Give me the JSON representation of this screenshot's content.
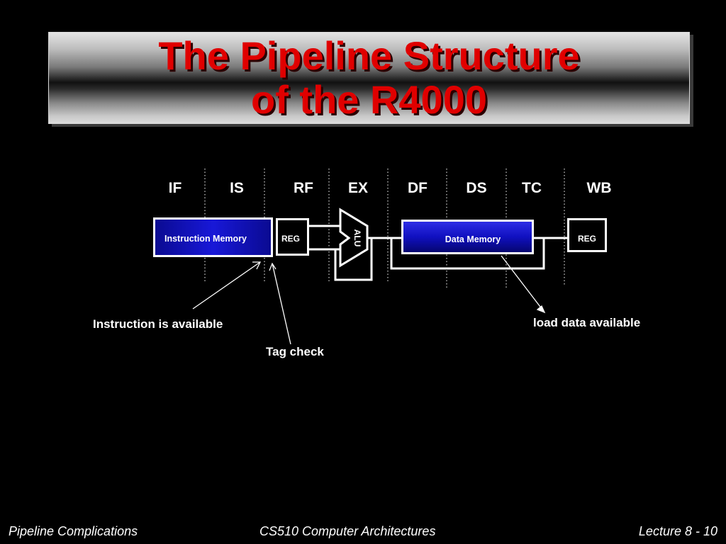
{
  "slide": {
    "title_line1": "The Pipeline Structure",
    "title_line2": "of the R4000"
  },
  "pipeline": {
    "stages": [
      "IF",
      "IS",
      "RF",
      "EX",
      "DF",
      "DS",
      "TC",
      "WB"
    ],
    "instruction_memory_label": "Instruction Memory",
    "reg1_label": "REG",
    "alu_label": "ALU",
    "data_memory_label": "Data Memory",
    "reg2_label": "REG"
  },
  "annotations": {
    "instruction_available": "Instruction is available",
    "tag_check": "Tag check",
    "load_data_available": "load data available"
  },
  "footer": {
    "left": "Pipeline Complications",
    "center": "CS510 Computer Architectures",
    "right": "Lecture 8 - 10"
  },
  "colors": {
    "title": "#e00000",
    "memory_fill": "#1010c8",
    "outline": "#ffffff",
    "background": "#000000"
  }
}
